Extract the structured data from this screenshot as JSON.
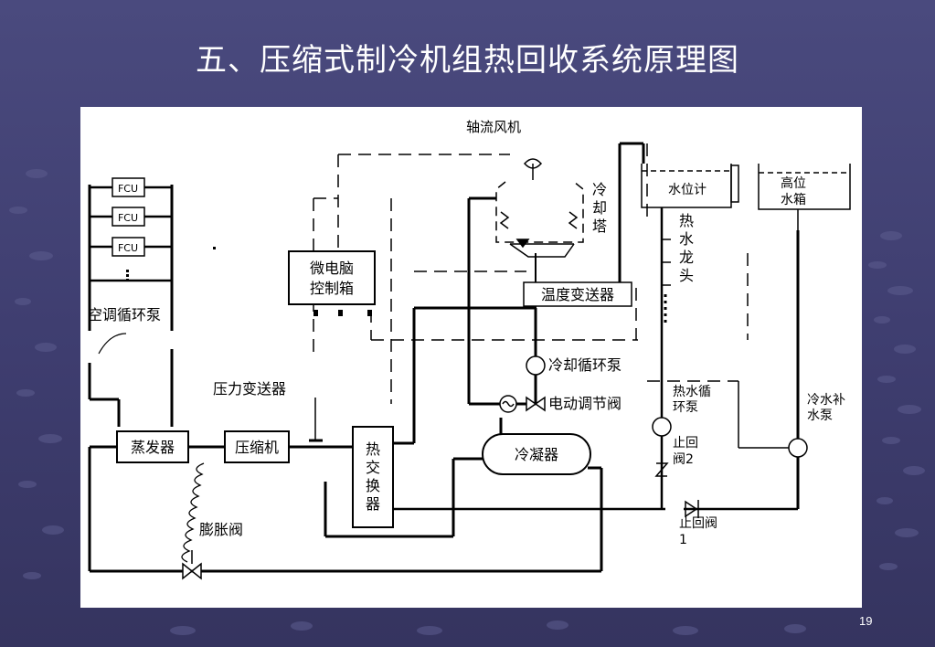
{
  "title": "五、压缩式制冷机组热回收系统原理图",
  "page_number": "19",
  "labels": {
    "axial_fan": "轴流风机",
    "cooling_tower": [
      "冷",
      "却",
      "塔"
    ],
    "water_level": "水位计",
    "high_tank": [
      "高位",
      "水箱"
    ],
    "fcu": "FCU",
    "microcomputer": [
      "微电脑",
      "控制箱"
    ],
    "temp_transmitter": "温度变送器",
    "hot_tap": [
      "热",
      "水",
      "龙",
      "头"
    ],
    "ac_pump": "空调循环泵",
    "cooling_pump": "冷却循环泵",
    "pressure_transmitter": "压力变送器",
    "hot_pump": [
      "热水循",
      "环泵"
    ],
    "cold_supply_pump": [
      "冷水补",
      "水泵"
    ],
    "elec_valve": "电动调节阀",
    "evaporator": "蒸发器",
    "compressor": "压缩机",
    "heat_exchanger": [
      "热",
      "交",
      "换",
      "器"
    ],
    "condenser": "冷凝器",
    "check_valve_2": [
      "止回",
      "阀2"
    ],
    "check_valve_1": [
      "止回阀",
      "1"
    ],
    "expansion_valve": "膨胀阀"
  }
}
